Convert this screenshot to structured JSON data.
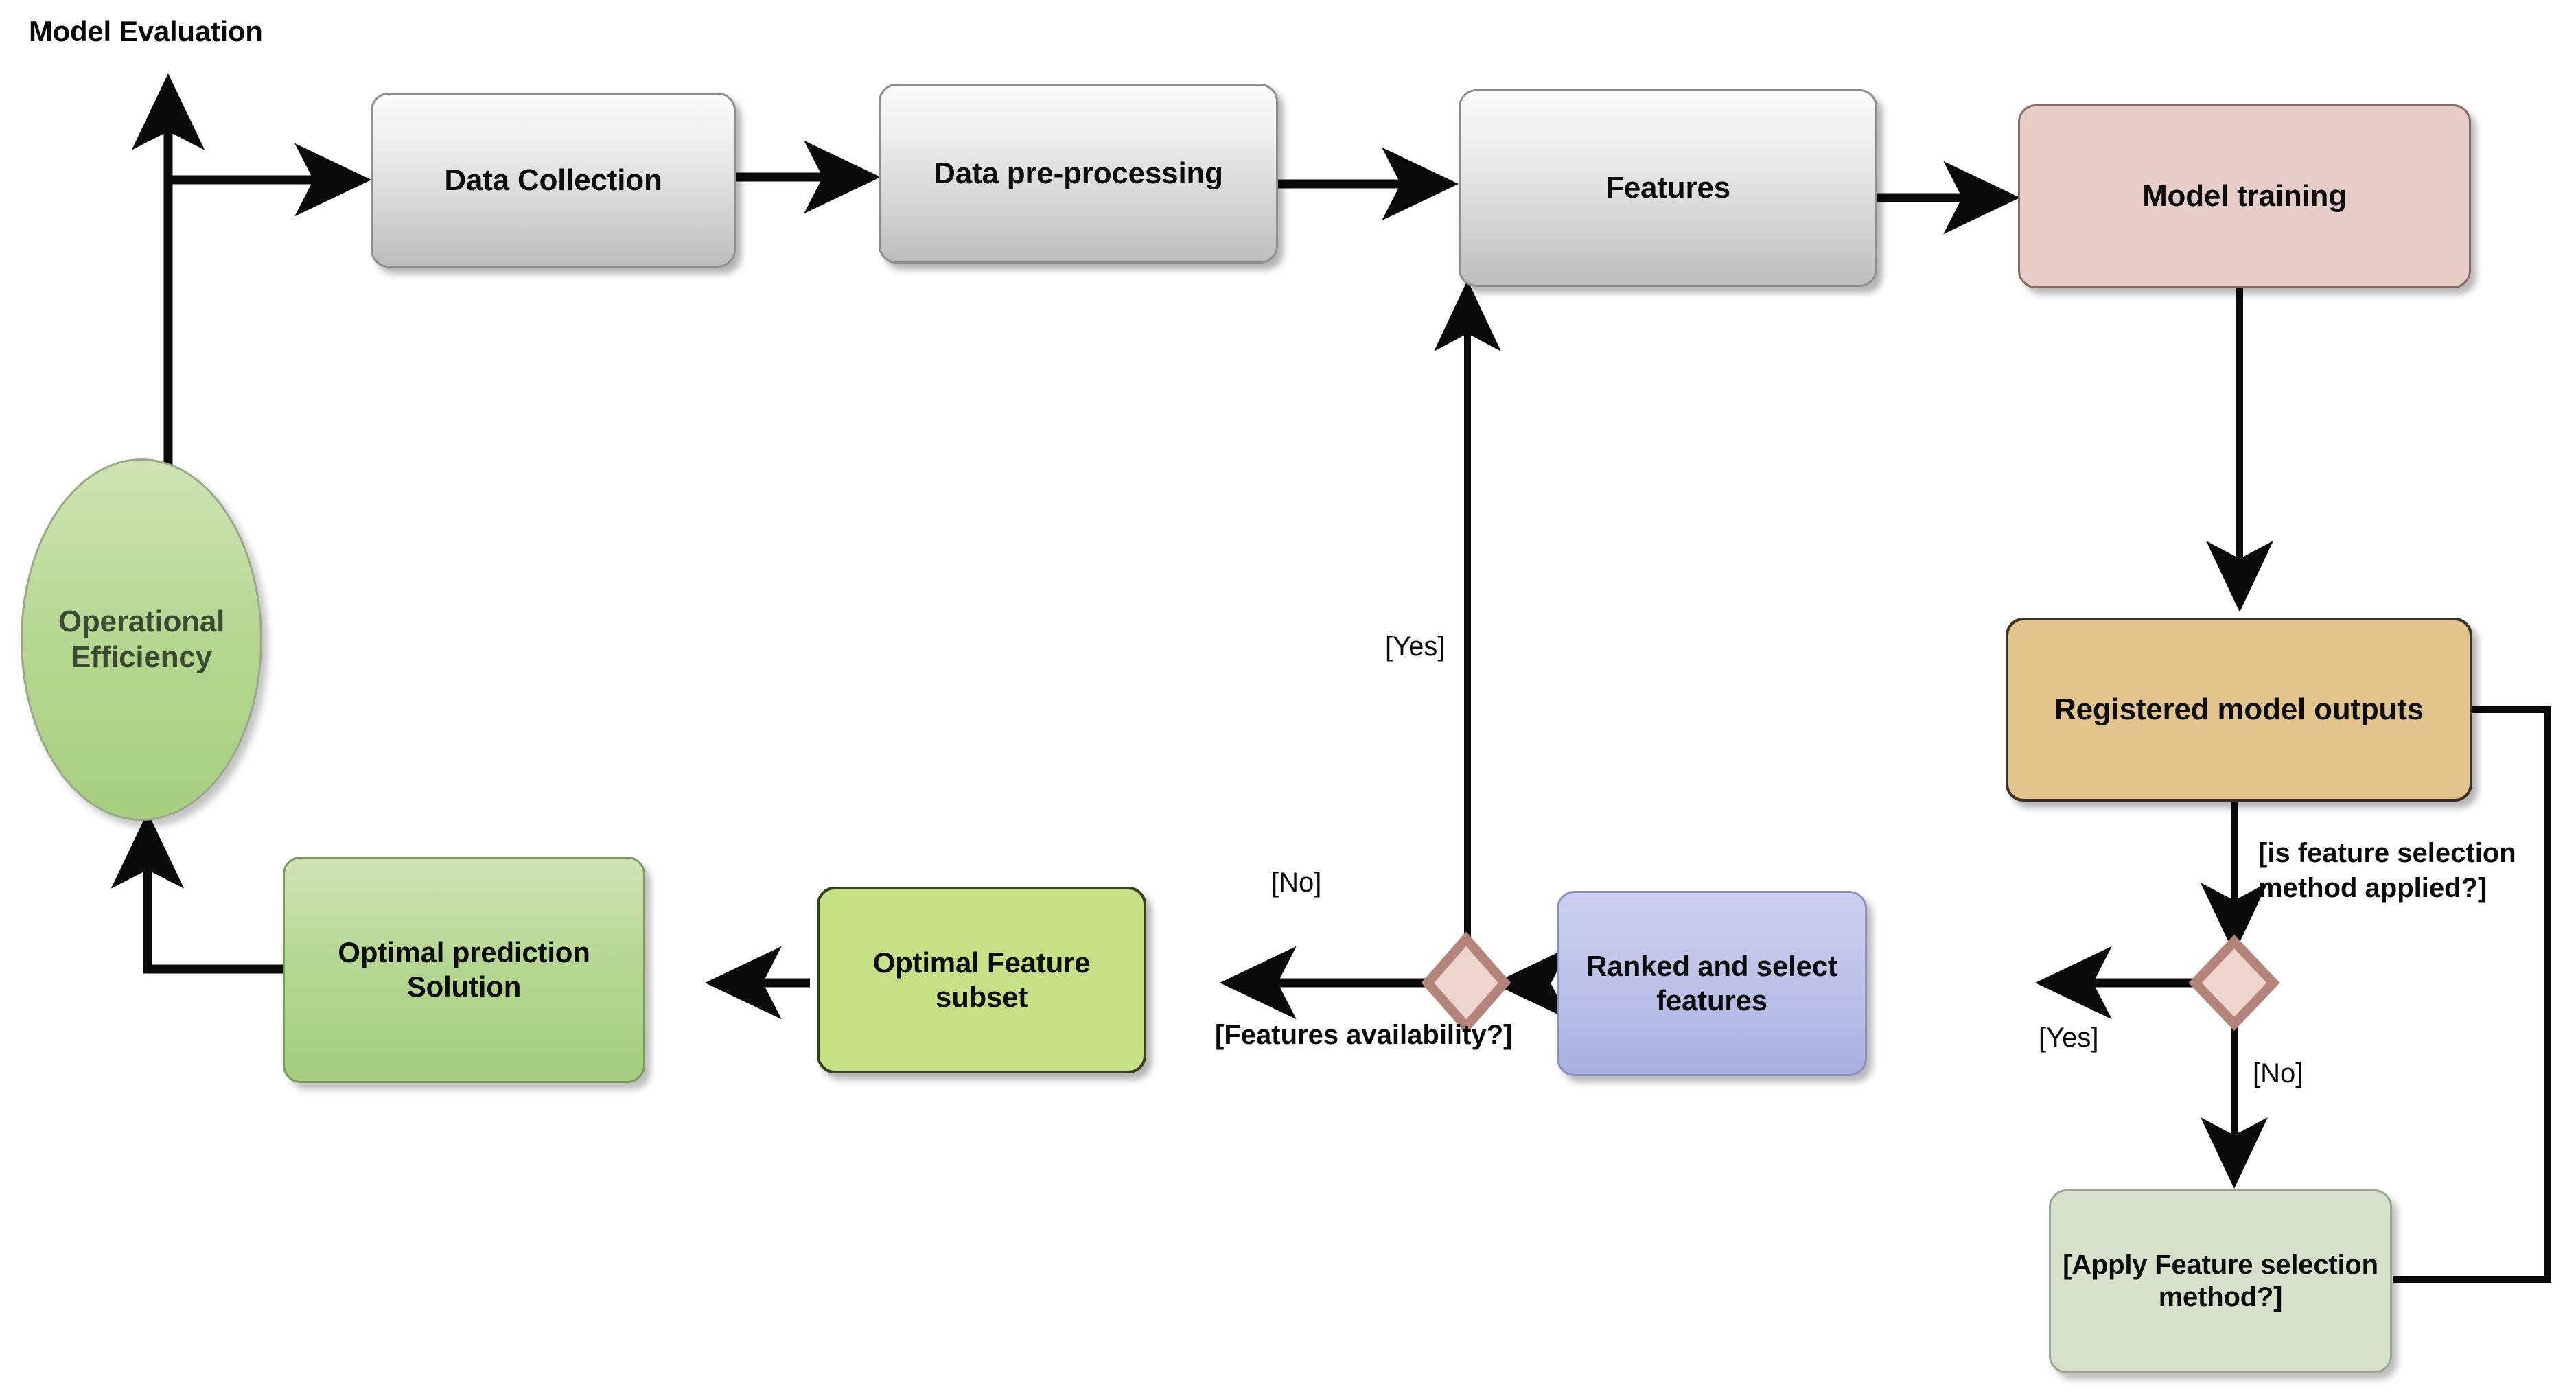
{
  "diagram": {
    "title_label": "Model Evaluation",
    "background": "#ffffff",
    "nodes": [
      {
        "id": "data-collection",
        "label": "Data Collection",
        "shape": "rounded-rect",
        "fill": "#d2d2d2",
        "border": "#8e8e8e"
      },
      {
        "id": "data-preprocessing",
        "label": "Data pre-processing",
        "shape": "rounded-rect",
        "fill": "#d2d2d2",
        "border": "#8e8e8e"
      },
      {
        "id": "features",
        "label": "Features",
        "shape": "rounded-rect",
        "fill": "#d2d2d2",
        "border": "#8e8e8e"
      },
      {
        "id": "model-training",
        "label": "Model training",
        "shape": "rounded-rect",
        "fill": "#e6cdc8",
        "border": "#8a6a60"
      },
      {
        "id": "registered-model-outputs",
        "label": "Registered model outputs",
        "shape": "rounded-rect",
        "fill": "#e2c48c",
        "border": "#3b3224"
      },
      {
        "id": "apply-feature-selection",
        "label": "[Apply Feature selection\nmethod?]",
        "shape": "rounded-rect",
        "fill": "#d6e0cb",
        "border": "#9aa792"
      },
      {
        "id": "ranked-select-features",
        "label": "Ranked and select\nfeatures",
        "shape": "rounded-rect",
        "fill": "#c2c7ea",
        "border": "#8b91c2"
      },
      {
        "id": "optimal-feature-subset",
        "label": "Optimal Feature\nsubset",
        "shape": "rounded-rect",
        "fill": "#c6e185",
        "border": "#36401d"
      },
      {
        "id": "optimal-prediction-solution",
        "label": "Optimal prediction\nSolution",
        "shape": "rounded-rect",
        "fill": "#b7d894",
        "border": "#7b9a5c"
      },
      {
        "id": "operational-efficiency",
        "label": "Operational\nEfficiency",
        "shape": "ellipse",
        "fill": "#b4d68f",
        "border": "#9aa88a"
      }
    ],
    "decisions": [
      {
        "id": "features-availability-decision",
        "label": "[Features availability?]",
        "fill": "#edd5cd",
        "border": "#b4837a"
      },
      {
        "id": "feature-selection-applied-decision",
        "label": "",
        "fill": "#edd5cd",
        "border": "#b4837a"
      }
    ],
    "edge_labels": [
      {
        "id": "yes-to-features",
        "text": "[Yes]"
      },
      {
        "id": "no-to-optimal-subset",
        "text": "[No]"
      },
      {
        "id": "features-availability",
        "text": "[Features availability?]"
      },
      {
        "id": "yes-to-ranked-features",
        "text": "[Yes]"
      },
      {
        "id": "no-to-apply-selection",
        "text": "[No]"
      },
      {
        "id": "is-feature-selection-applied",
        "text": "[is feature selection\nmethod applied?]"
      }
    ]
  }
}
